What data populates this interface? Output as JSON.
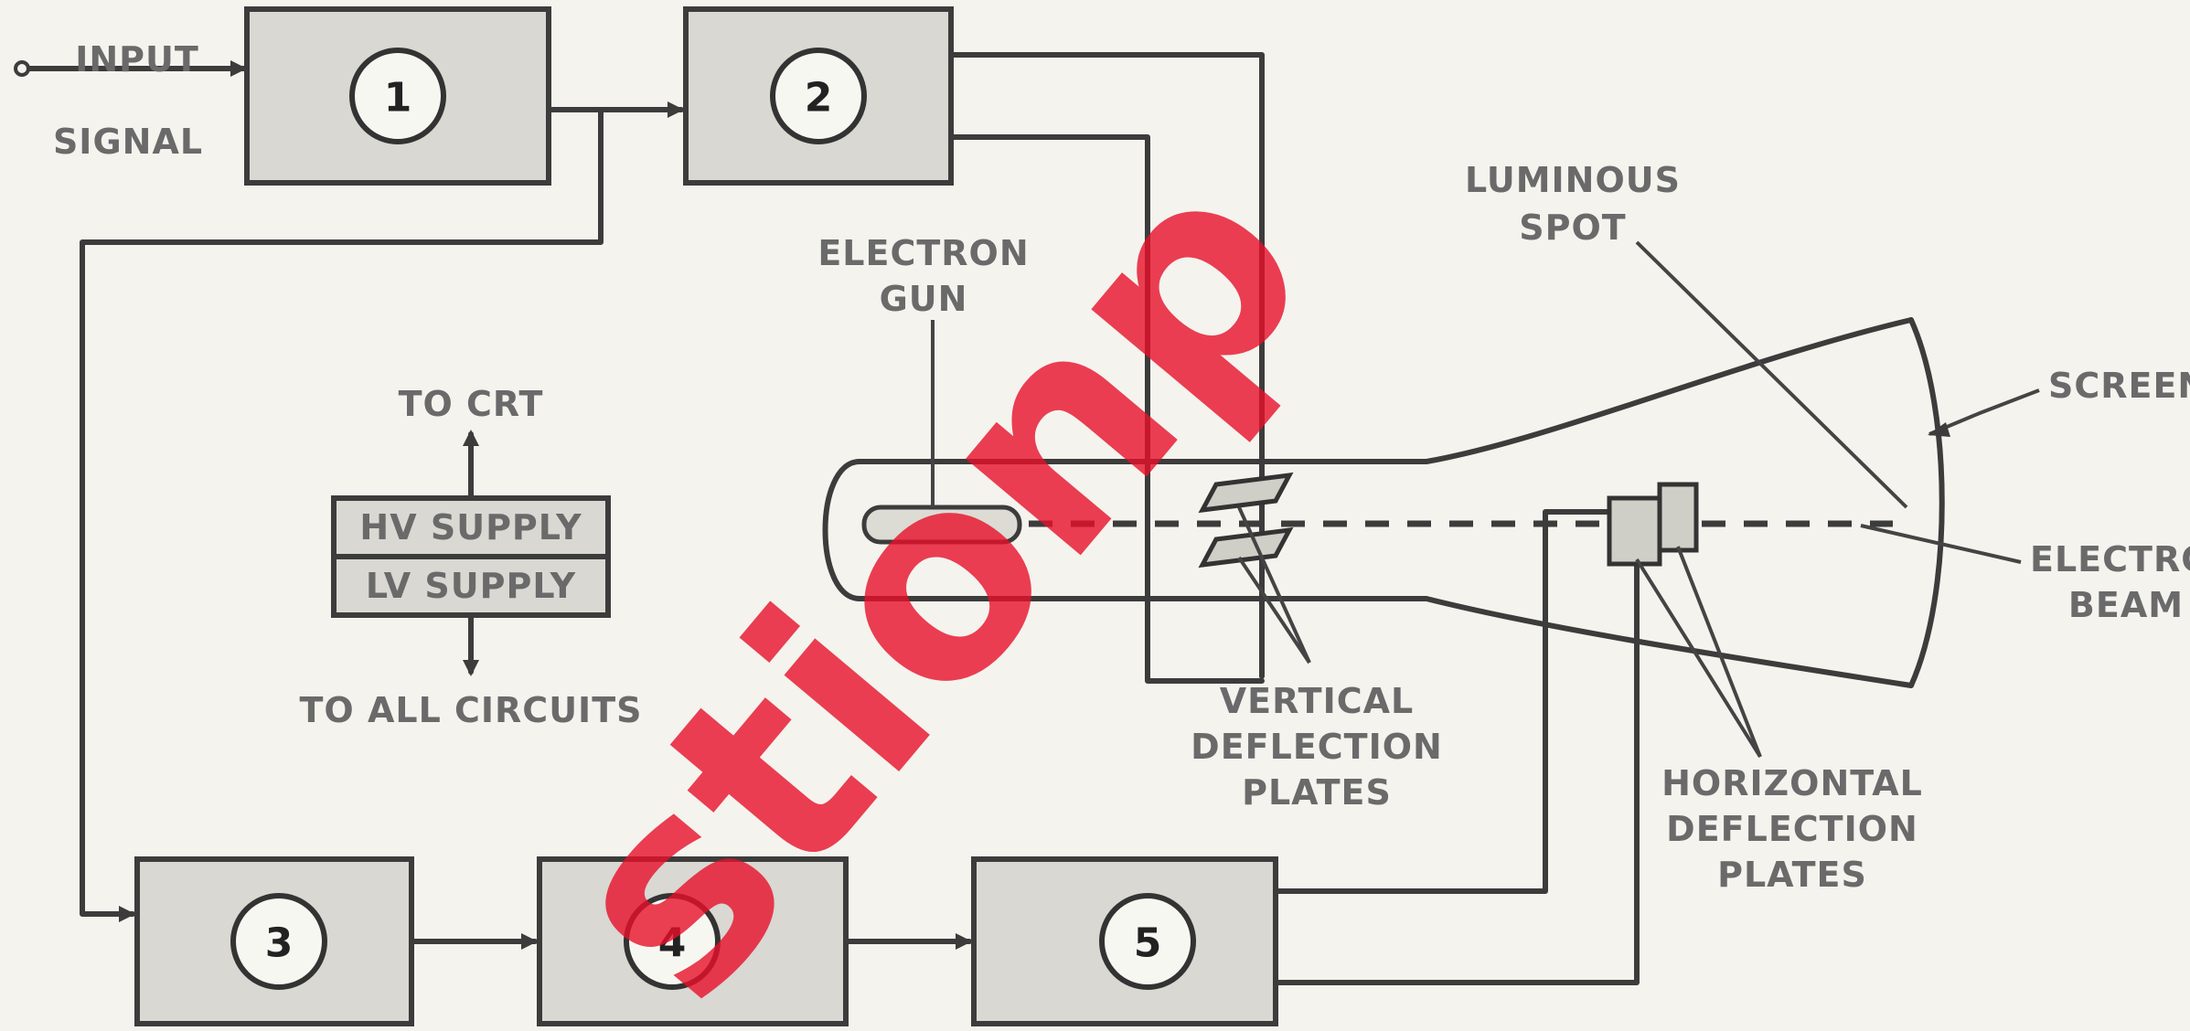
{
  "labels": {
    "input_signal": [
      "INPUT",
      "SIGNAL"
    ],
    "electron_gun": [
      "ELECTRON",
      "GUN"
    ],
    "luminous_spot": [
      "LUMINOUS",
      "SPOT"
    ],
    "screen": "SCREEN",
    "electron_beam": [
      "ELECTRON",
      "BEAM"
    ],
    "to_crt": "TO CRT",
    "hv_supply": "HV SUPPLY",
    "lv_supply": "LV SUPPLY",
    "to_all_circuits": "TO ALL CIRCUITS",
    "vertical_plates": [
      "VERTICAL",
      "DEFLECTION",
      "PLATES"
    ],
    "horizontal_plates": [
      "HORIZONTAL",
      "DEFLECTION",
      "PLATES"
    ]
  },
  "blocks": [
    "1",
    "2",
    "3",
    "4",
    "5"
  ],
  "watermark": "stionp"
}
